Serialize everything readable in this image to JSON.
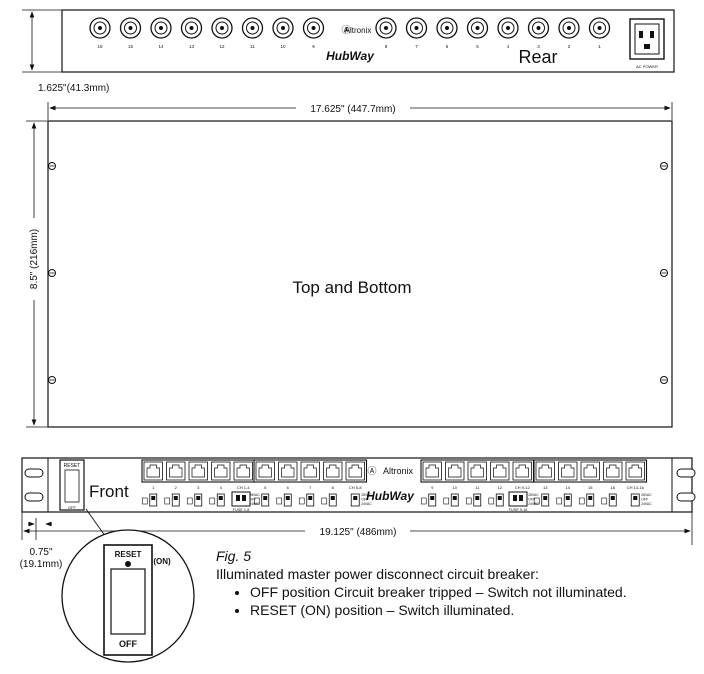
{
  "rear": {
    "label": "Rear",
    "port_labels_left": [
      "16",
      "15",
      "14",
      "13",
      "12",
      "11",
      "10",
      "9"
    ],
    "port_labels_right": [
      "8",
      "7",
      "6",
      "5",
      "4",
      "3",
      "2",
      "1"
    ],
    "brand": "Altronix",
    "logo": "HubWay",
    "ac_label": "AC POWER"
  },
  "dimensions": {
    "rear_height": "1.625\"(41.3mm)",
    "width_top": "17.625\" (447.7mm)",
    "depth": "8.5\" (216mm)",
    "width_front": "19.125\" (486mm)",
    "front_height_line1": "0.75\"",
    "front_height_line2": "(19.1mm)"
  },
  "top": {
    "label": "Top and Bottom"
  },
  "front": {
    "label": "Front",
    "breaker_reset": "RESET",
    "breaker_off": "OFF",
    "brand": "Altronix",
    "logo": "HubWay",
    "ch_labels": [
      "CH 1-4",
      "CH 5-8",
      "CH 9-12",
      "CH 13-16"
    ],
    "port_numbers": [
      "1",
      "2",
      "3",
      "4",
      "5",
      "6",
      "7",
      "8",
      "9",
      "10",
      "11",
      "12",
      "13",
      "14",
      "15",
      "16"
    ],
    "switch_legend": [
      "28VAC",
      "OFF",
      "24VAC"
    ],
    "fuse_labels": [
      "FUSE 1-8",
      "FUSE 9-16"
    ]
  },
  "zoom": {
    "reset": "RESET",
    "on": "(ON)",
    "off": "OFF"
  },
  "caption": {
    "fig": "Fig. 5",
    "title": "Illuminated master power disconnect circuit breaker:",
    "bullets": [
      "OFF position Circuit breaker tripped – Switch not illuminated.",
      "RESET (ON) position – Switch illuminated."
    ]
  }
}
